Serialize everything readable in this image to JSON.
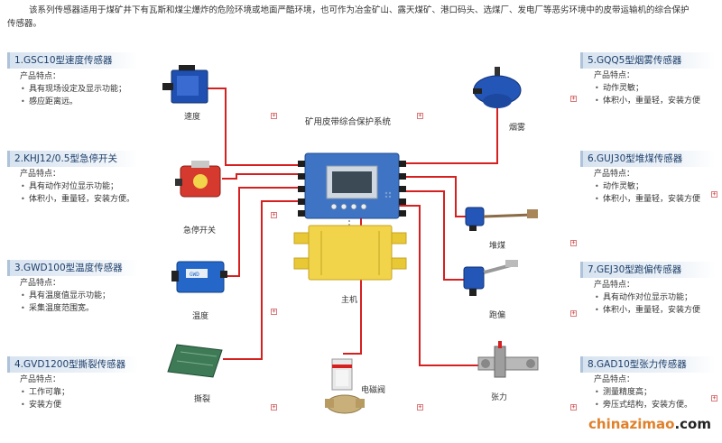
{
  "intro": "该系列传感器适用于煤矿井下有瓦斯和煤尘爆炸的危险环境或地面严酷环境，也可作为冶金矿山、露天煤矿、港口码头、选煤厂、发电厂等恶劣环境中的皮带运输机的综合保护传感器。",
  "system_title": "矿用皮带综合保护系统",
  "host_label": "主机",
  "feature_heading": "产品特点：",
  "sensors": [
    {
      "title": "1.GSC10型速度传感器",
      "features": [
        "具有现场设定及显示功能；",
        "感应距离远。"
      ],
      "device_label": "速度"
    },
    {
      "title": "2.KHJ12/0.5型急停开关",
      "features": [
        "具有动作对位显示功能；",
        "体积小，重量轻，安装方便。"
      ],
      "device_label": "急停开关"
    },
    {
      "title": "3.GWD100型温度传感器",
      "features": [
        "具有温度值显示功能；",
        "采集温度范围宽。"
      ],
      "device_label": "温度"
    },
    {
      "title": "4.GVD1200型撕裂传感器",
      "features": [
        "工作可靠；",
        "安装方便"
      ],
      "device_label": "撕裂"
    },
    {
      "title": "5.GQQ5型烟雾传感器",
      "features": [
        "动作灵敏；",
        "体积小，重量轻，安装方便"
      ],
      "device_label": "烟雾"
    },
    {
      "title": "6.GUJ30型堆煤传感器",
      "features": [
        "动作灵敏；",
        "体积小，重量轻，安装方便"
      ],
      "device_label": "堆煤"
    },
    {
      "title": "7.GEJ30型跑偏传感器",
      "features": [
        "具有动作对位显示功能；",
        "体积小，重量轻，安装方便"
      ],
      "device_label": "跑偏"
    },
    {
      "title": "8.GAD10型张力传感器",
      "features": [
        "测量精度高；",
        "旁压式结构，安装方便。"
      ],
      "device_label": "张力"
    }
  ],
  "valve_label": "电磁阀",
  "temp_device_text": "GWD",
  "watermark": {
    "part1": "chinazimao",
    "part2": ".com"
  },
  "colors": {
    "wire": "#d62020",
    "band": "#d7e3f0",
    "host": "#3f74c4",
    "lower_box": "#f2d44a"
  }
}
